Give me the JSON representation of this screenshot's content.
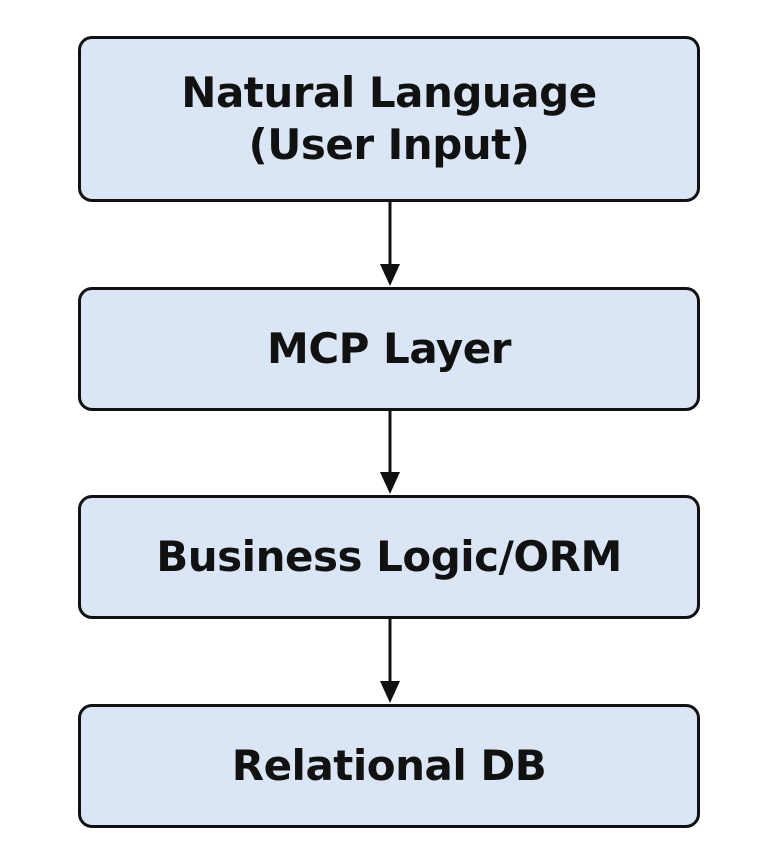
{
  "diagram": {
    "colors": {
      "box_fill": "#dae6f6",
      "box_border": "#111111",
      "arrow": "#111111",
      "text": "#111111"
    },
    "nodes": [
      {
        "lines": [
          "Natural Language",
          "(User Input)"
        ]
      },
      {
        "lines": [
          "MCP Layer"
        ]
      },
      {
        "lines": [
          "Business Logic/ORM"
        ]
      },
      {
        "lines": [
          "Relational DB"
        ]
      }
    ],
    "edges": [
      {
        "from": 0,
        "to": 1
      },
      {
        "from": 1,
        "to": 2
      },
      {
        "from": 2,
        "to": 3
      }
    ]
  }
}
